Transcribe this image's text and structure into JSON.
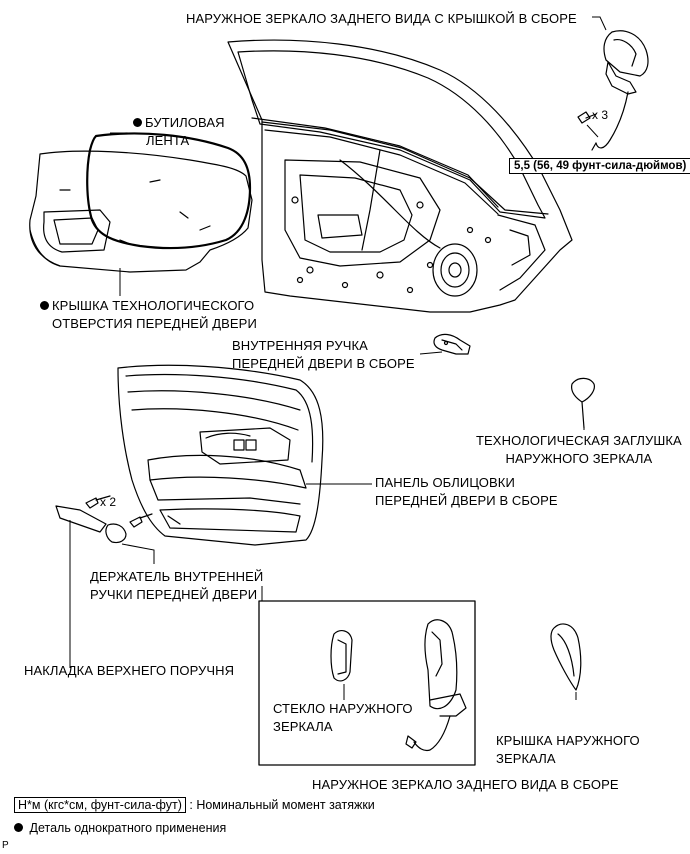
{
  "labels": {
    "outer_mirror_assy_with_cover": "НАРУЖНОЕ ЗЕРКАЛО ЗАДНЕГО ВИДА С КРЫШКОЙ В СБОРЕ",
    "butyl_tape_line1": "БУТИЛОВАЯ",
    "butyl_tape_line2": "ЛЕНТА",
    "service_hole_cover_line1": "КРЫШКА ТЕХНОЛОГИЧЕСКОГО",
    "service_hole_cover_line2": "ОТВЕРСТИЯ ПЕРЕДНЕЙ ДВЕРИ",
    "inner_handle_line1": "ВНУТРЕННЯЯ РУЧКА",
    "inner_handle_line2": "ПЕРЕДНЕЙ ДВЕРИ В СБОРЕ",
    "mirror_hole_cover_line1": "ТЕХНОЛОГИЧЕСКАЯ ЗАГЛУШКА",
    "mirror_hole_cover_line2": "НАРУЖНОГО ЗЕРКАЛА",
    "trim_board_line1": "ПАНЕЛЬ ОБЛИЦОВКИ",
    "trim_board_line2": "ПЕРЕДНЕЙ ДВЕРИ В СБОРЕ",
    "handle_bezel_line1": "ДЕРЖАТЕЛЬ ВНУТРЕННЕЙ",
    "handle_bezel_line2": "РУЧКИ ПЕРЕДНЕЙ ДВЕРИ",
    "armrest_cover": "НАКЛАДКА ВЕРХНЕГО ПОРУЧНЯ",
    "mirror_glass_line1": "СТЕКЛО НАРУЖНОГО",
    "mirror_glass_line2": "ЗЕРКАЛА",
    "mirror_cover_line1": "КРЫШКА НАРУЖНОГО",
    "mirror_cover_line2": "ЗЕРКАЛА",
    "outer_mirror_assy": "НАРУЖНОЕ ЗЕРКАЛО ЗАДНЕГО ВИДА В СБОРЕ",
    "qty_x3": "x 3",
    "qty_x2": "x 2",
    "torque_spec": "5,5 (56, 49 фунт-сила-дюймов)"
  },
  "legend": {
    "torque_unit": "Н*м (кгс*см, фунт-сила-фут)",
    "torque_desc": ": Номинальный момент затяжки",
    "non_reusable": "Деталь однократного применения"
  },
  "corner_mark": "P"
}
